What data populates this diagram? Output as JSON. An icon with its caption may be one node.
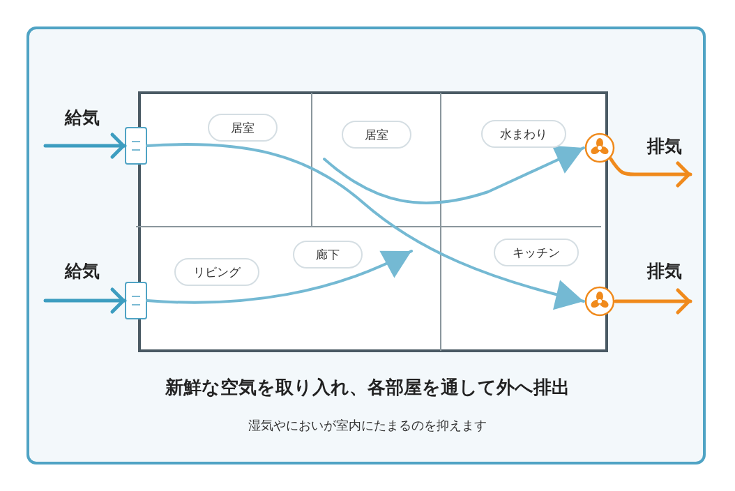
{
  "diagram": {
    "title": "新鮮な空気を取り入れ、各部屋を通して外へ排出",
    "caption": "湿気やにおいが室内にたまるのを抑えます",
    "nodes": [
      {
        "text": [],
        "shape": "box"
      },
      {
        "text": [],
        "shape": "box"
      },
      {
        "text": [],
        "shape": "circle"
      },
      {
        "text": [],
        "shape": "circle"
      },
      {
        "text": [
          "居室"
        ]
      },
      {
        "text": [
          "居室"
        ]
      },
      {
        "text": [
          "水まわり"
        ]
      },
      {
        "text": [
          "廊下"
        ]
      },
      {
        "text": [
          "リビング"
        ]
      },
      {
        "text": [
          "キッチン"
        ]
      }
    ],
    "edges": [
      {
        "from": null,
        "to": 0,
        "arrow": "to",
        "color": "#3d9dc0"
      },
      {
        "from": null,
        "to": 1,
        "arrow": "to",
        "color": "#3d9dc0"
      },
      {
        "from": 2,
        "to": null,
        "arrow": "to",
        "color": "#f08a1c"
      },
      {
        "from": 3,
        "to": null,
        "arrow": "to",
        "color": "#f08a1c"
      },
      {
        "from": 0,
        "to": 3,
        "arrow": "to",
        "color": "#74b9d3"
      },
      {
        "from": null,
        "to": 2,
        "arrow": "to",
        "color": "#74b9d3"
      },
      {
        "from": 1,
        "to": null,
        "arrow": "to",
        "color": "#74b9d3"
      }
    ],
    "labels": [
      "給気",
      "排気",
      "給気",
      "排気"
    ]
  }
}
